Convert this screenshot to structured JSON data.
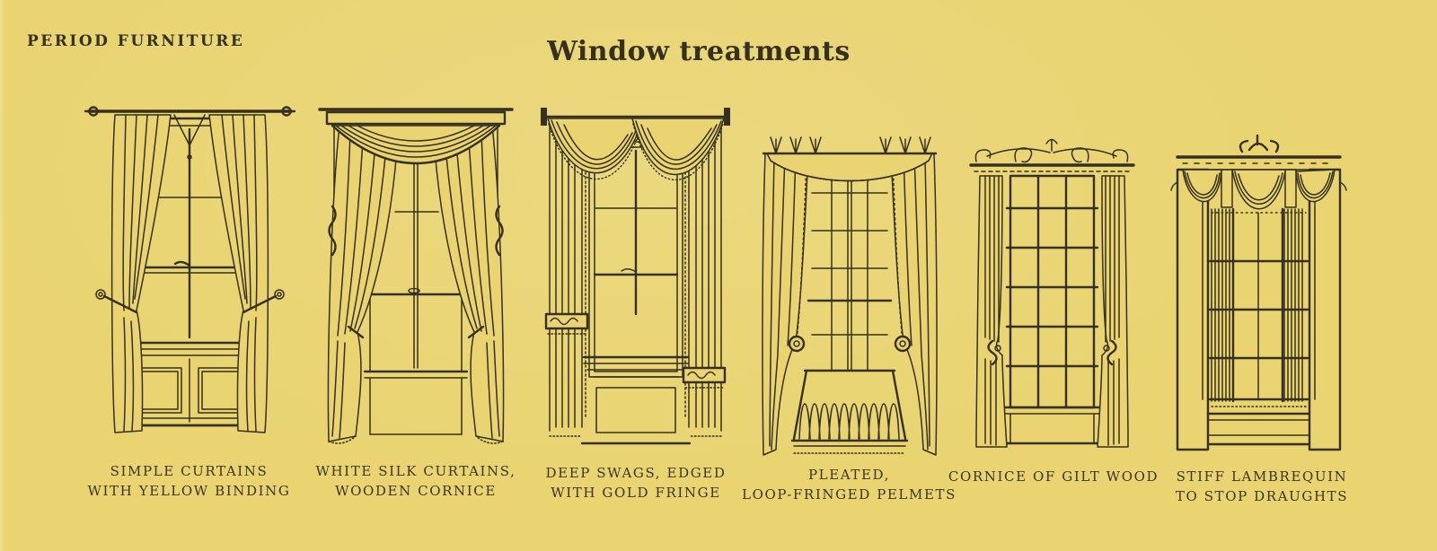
{
  "page": {
    "running_head": "PERIOD FURNITURE",
    "title": "Window treatments",
    "colors": {
      "paper": "#e9d471",
      "ink": "#35301f",
      "caption": "#3b3422"
    }
  },
  "treatments": [
    {
      "id": "simple-curtains",
      "caption": [
        "SIMPLE CURTAINS",
        "WITH YELLOW BINDING"
      ]
    },
    {
      "id": "white-silk-curtains",
      "caption": [
        "WHITE SILK CURTAINS,",
        "WOODEN CORNICE"
      ]
    },
    {
      "id": "deep-swags",
      "caption": [
        "DEEP SWAGS, EDGED",
        "WITH GOLD FRINGE"
      ]
    },
    {
      "id": "pleated-pelmets",
      "caption": [
        "PLEATED,",
        "LOOP-FRINGED PELMETS"
      ]
    },
    {
      "id": "gilt-cornice",
      "caption": [
        "CORNICE OF GILT WOOD"
      ]
    },
    {
      "id": "stiff-lambrequin",
      "caption": [
        "STIFF LAMBREQUIN",
        "TO STOP DRAUGHTS"
      ]
    }
  ]
}
